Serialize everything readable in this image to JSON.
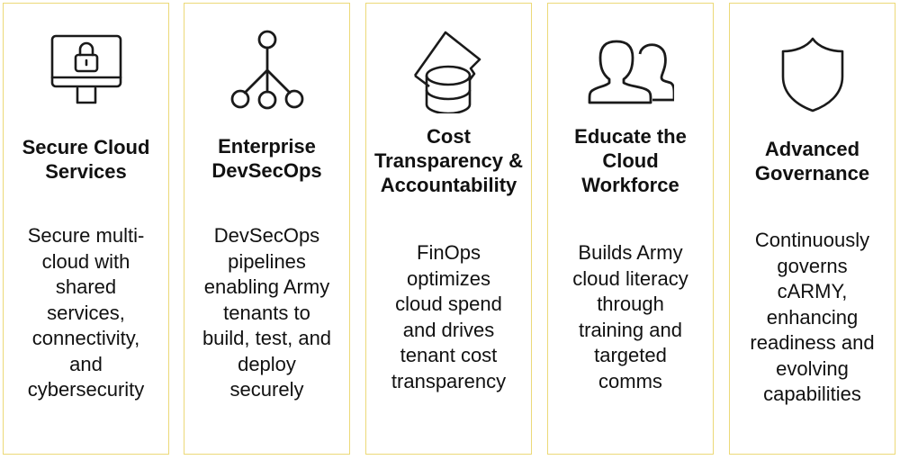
{
  "theme": {
    "border_color": "#ecd978",
    "text_color": "#111111",
    "icon_color": "#1a1a1a"
  },
  "cards": [
    {
      "icon": "monitor-lock-icon",
      "title_lines": [
        "Secure Cloud",
        "Services"
      ],
      "title": "Secure Cloud Services",
      "description": "Secure multi-cloud with shared services, connectivity, and cybersecurity",
      "description_lines": [
        "Secure multi-",
        "cloud with",
        "shared",
        "services,",
        "connectivity,",
        "and",
        "cybersecurity"
      ]
    },
    {
      "icon": "hierarchy-nodes-icon",
      "title_lines": [
        "Enterprise",
        "DevSecOps"
      ],
      "title": "Enterprise DevSecOps",
      "description": "DevSecOps pipelines enabling Army tenants to build, test, and deploy securely",
      "description_lines": [
        "DevSecOps",
        "pipelines",
        "enabling Army",
        "tenants to",
        "build, test, and",
        "deploy",
        "securely"
      ]
    },
    {
      "icon": "database-document-icon",
      "title_lines": [
        "Cost",
        "Transparency &",
        "Accountability"
      ],
      "title": "Cost Transparency & Accountability",
      "description": "FinOps optimizes cloud spend and drives tenant cost transparency",
      "description_lines": [
        "FinOps",
        "optimizes",
        "cloud spend",
        "and drives",
        "tenant cost",
        "transparency"
      ]
    },
    {
      "icon": "users-icon",
      "title_lines": [
        "Educate the",
        "Cloud",
        "Workforce"
      ],
      "title": "Educate the Cloud Workforce",
      "description": "Builds Army cloud literacy through training and targeted comms",
      "description_lines": [
        "Builds Army",
        "cloud literacy",
        "through",
        "training and",
        "targeted",
        "comms"
      ]
    },
    {
      "icon": "shield-icon",
      "title_lines": [
        "Advanced",
        "Governance"
      ],
      "title": "Advanced Governance",
      "description": "Continuously governs cARMY, enhancing readiness and evolving capabilities",
      "description_lines": [
        "Continuously",
        "governs",
        "cARMY,",
        "enhancing",
        "readiness and",
        "evolving",
        "capabilities"
      ]
    }
  ]
}
